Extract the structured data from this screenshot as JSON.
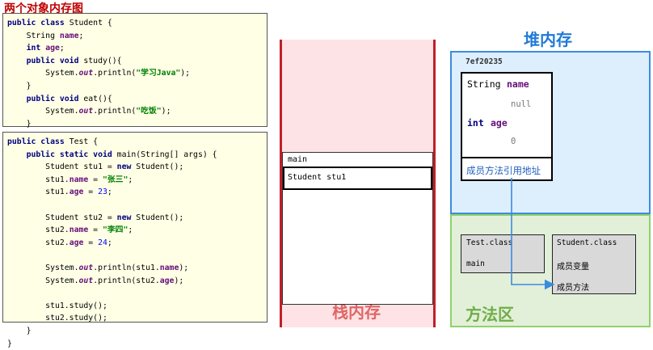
{
  "title": "两个对象内存图",
  "code_student": [
    [
      {
        "t": "public class ",
        "c": "kw"
      },
      {
        "t": "Student {",
        "c": ""
      }
    ],
    [
      {
        "t": "    String ",
        "c": ""
      },
      {
        "t": "name",
        "c": "fld"
      },
      {
        "t": ";",
        "c": ""
      }
    ],
    [
      {
        "t": "    int ",
        "c": "kw"
      },
      {
        "t": "age",
        "c": "fld"
      },
      {
        "t": ";",
        "c": ""
      }
    ],
    [
      {
        "t": "    public void ",
        "c": "kw"
      },
      {
        "t": "study(){",
        "c": ""
      }
    ],
    [
      {
        "t": "        System.",
        "c": ""
      },
      {
        "t": "out",
        "c": "it"
      },
      {
        "t": ".println(",
        "c": ""
      },
      {
        "t": "\"学习Java\"",
        "c": "str"
      },
      {
        "t": ");",
        "c": ""
      }
    ],
    [
      {
        "t": "    }",
        "c": ""
      }
    ],
    [
      {
        "t": "    public void ",
        "c": "kw"
      },
      {
        "t": "eat(){",
        "c": ""
      }
    ],
    [
      {
        "t": "        System.",
        "c": ""
      },
      {
        "t": "out",
        "c": "it"
      },
      {
        "t": ".println(",
        "c": ""
      },
      {
        "t": "\"吃饭\"",
        "c": "str"
      },
      {
        "t": ");",
        "c": ""
      }
    ],
    [
      {
        "t": "    }",
        "c": ""
      }
    ],
    [
      {
        "t": "}",
        "c": ""
      }
    ]
  ],
  "code_test": [
    [
      {
        "t": "public class ",
        "c": "kw"
      },
      {
        "t": "Test {",
        "c": ""
      }
    ],
    [
      {
        "t": "    public static void ",
        "c": "kw"
      },
      {
        "t": "main(String[] args) {",
        "c": ""
      }
    ],
    [
      {
        "t": "        Student stu1 = ",
        "c": ""
      },
      {
        "t": "new ",
        "c": "kw"
      },
      {
        "t": "Student();",
        "c": ""
      }
    ],
    [
      {
        "t": "        stu1.",
        "c": ""
      },
      {
        "t": "name",
        "c": "fld"
      },
      {
        "t": " = ",
        "c": ""
      },
      {
        "t": "\"张三\"",
        "c": "str"
      },
      {
        "t": ";",
        "c": ""
      }
    ],
    [
      {
        "t": "        stu1.",
        "c": ""
      },
      {
        "t": "age",
        "c": "fld"
      },
      {
        "t": " = ",
        "c": ""
      },
      {
        "t": "23",
        "c": "num"
      },
      {
        "t": ";",
        "c": ""
      }
    ],
    [
      {
        "t": "",
        "c": ""
      }
    ],
    [
      {
        "t": "        Student stu2 = ",
        "c": ""
      },
      {
        "t": "new ",
        "c": "kw"
      },
      {
        "t": "Student();",
        "c": ""
      }
    ],
    [
      {
        "t": "        stu2.",
        "c": ""
      },
      {
        "t": "name",
        "c": "fld"
      },
      {
        "t": " = ",
        "c": ""
      },
      {
        "t": "\"李四\"",
        "c": "str"
      },
      {
        "t": ";",
        "c": ""
      }
    ],
    [
      {
        "t": "        stu2.",
        "c": ""
      },
      {
        "t": "age",
        "c": "fld"
      },
      {
        "t": " = ",
        "c": ""
      },
      {
        "t": "24",
        "c": "num"
      },
      {
        "t": ";",
        "c": ""
      }
    ],
    [
      {
        "t": "",
        "c": ""
      }
    ],
    [
      {
        "t": "        System.",
        "c": ""
      },
      {
        "t": "out",
        "c": "it"
      },
      {
        "t": ".println(stu1.",
        "c": ""
      },
      {
        "t": "name",
        "c": "fld"
      },
      {
        "t": ");",
        "c": ""
      }
    ],
    [
      {
        "t": "        System.",
        "c": ""
      },
      {
        "t": "out",
        "c": "it"
      },
      {
        "t": ".println(stu2.",
        "c": ""
      },
      {
        "t": "age",
        "c": "fld"
      },
      {
        "t": ");",
        "c": ""
      }
    ],
    [
      {
        "t": "",
        "c": ""
      }
    ],
    [
      {
        "t": "        stu1.study();",
        "c": ""
      }
    ],
    [
      {
        "t": "        stu2.study();",
        "c": ""
      }
    ],
    [
      {
        "t": "    }",
        "c": ""
      }
    ],
    [
      {
        "t": "}",
        "c": ""
      }
    ]
  ],
  "stack": {
    "label": "栈内存",
    "frame_title": "main",
    "frame_var": "Student stu1"
  },
  "heap": {
    "label": "堆内存",
    "address": "7ef20235",
    "field1_type": "String",
    "field1_name": "name",
    "field1_value": "null",
    "field2_type": "int",
    "field2_name": "age",
    "field2_value": "0",
    "methods_ref": "成员方法引用地址"
  },
  "method_area": {
    "label": "方法区",
    "test_class": "Test.class",
    "test_method": "main",
    "student_class": "Student.class",
    "student_fields": "成员变量",
    "student_methods": "成员方法"
  },
  "colors": {
    "title": "#c00000",
    "stack_border": "#c0202a",
    "heap_border": "#3b8be0",
    "method_border": "#8fd16b",
    "arrow": "#3b8be0"
  }
}
